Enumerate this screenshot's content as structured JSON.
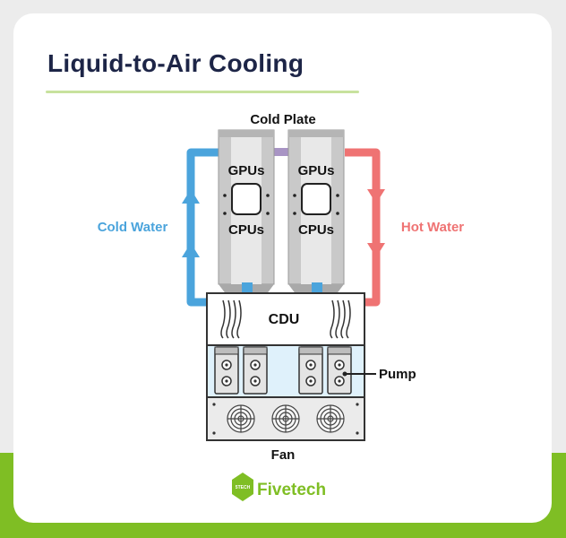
{
  "title": "Liquid-to-Air Cooling",
  "labels": {
    "cold_plate": "Cold Plate",
    "gpus": "GPUs",
    "cpus": "CPUs",
    "cold_water": "Cold Water",
    "hot_water": "Hot Water",
    "cdu": "CDU",
    "pump": "Pump",
    "fan": "Fan"
  },
  "brand": {
    "name": "Fivetech",
    "badge_text": "5TECH"
  },
  "colors": {
    "cold_pipe": "#4ba4dc",
    "hot_pipe": "#ef7373",
    "accent_green": "#7fbe24",
    "title_navy": "#1d2547",
    "outline": "#333333",
    "cdu_fill": "#dff1fb",
    "metal": "#c9c9c9"
  }
}
